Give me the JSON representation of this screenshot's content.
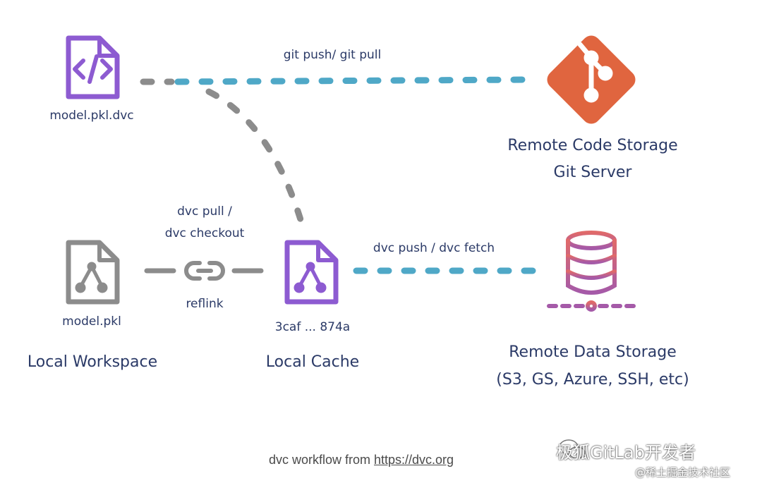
{
  "nodes": {
    "dvc_file": "model.pkl.dvc",
    "code_storage_title": "Remote Code Storage",
    "code_storage_sub": "Git Server",
    "workspace_file": "model.pkl",
    "workspace_title": "Local Workspace",
    "cache_file": "3caf ... 874a",
    "cache_title": "Local Cache",
    "data_storage_title": "Remote Data Storage",
    "data_storage_sub": "(S3, GS, Azure, SSH, etc)"
  },
  "edges": {
    "git": "git push/ git pull",
    "dvc_pull_1": "dvc pull /",
    "dvc_pull_2": "dvc checkout",
    "reflink": "reflink",
    "dvc_push": "dvc push / dvc fetch"
  },
  "caption": {
    "text": "dvc workflow from ",
    "link": "https://dvc.org"
  },
  "watermark": {
    "line1": "极狐GitLab开发者",
    "line2": "@稀土掘金技术社区"
  },
  "colors": {
    "purple": "#8d5bd1",
    "gray": "#8c8c8c",
    "teal": "#4fa8c7",
    "git_orange": "#e0653f",
    "db_top": "#e06a6a",
    "db_bottom": "#a55aa8"
  }
}
